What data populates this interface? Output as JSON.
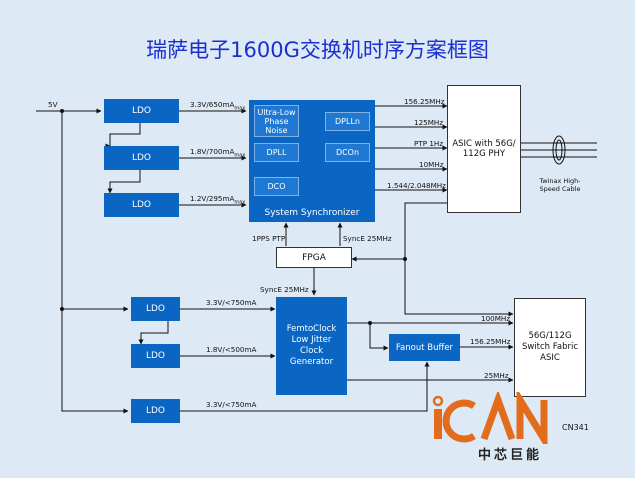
{
  "title": "瑞萨电子1600G交换机时序方案框图",
  "supply": "5V",
  "ldo_label": "LDO",
  "ldo_outputs": {
    "l1": "3.3V/650mA",
    "l2": "1.8V/700mA",
    "l3": "1.2V/295mA",
    "l4": "3.3V/<750mA",
    "l5": "1.8V/<500mA",
    "l6": "3.3V/<750mA"
  },
  "max_subscript": "max",
  "synchronizer": {
    "name": "System Synchronizer",
    "ultra_low": "Ultra-Low Phase Noise",
    "dpll": "DPLL",
    "dco": "DCO",
    "dplln": "DPLLn",
    "dcon": "DCOn"
  },
  "sync_outputs": [
    "156.25MHz",
    "125MHz",
    "PTP 1Hz",
    "10MHz",
    "1.544/2.048MHz"
  ],
  "asic_phy": "ASIC with 56G/ 112G PHY",
  "twinax": "Twinax High-Speed Cable",
  "pps_ptp": "1PPS PTP",
  "synce_up": "SyncE 25MHz",
  "fpga": "FPGA",
  "synce_down": "SyncE 25MHz",
  "femto": "FemtoClock Low Jitter Clock Generator",
  "fanout": "Fanout Buffer",
  "femto_outputs": [
    "100MHz",
    "156.25MHz",
    "25MHz"
  ],
  "switch_asic": "56G/112G Switch Fabric ASIC",
  "logo": {
    "text": "iCAN",
    "chinese": "中芯巨能",
    "code": "CN341"
  },
  "colors": {
    "block": "#0a66c2",
    "title": "#1a2fd0",
    "logo": "#e36b1c",
    "background": "#dde9f5"
  }
}
